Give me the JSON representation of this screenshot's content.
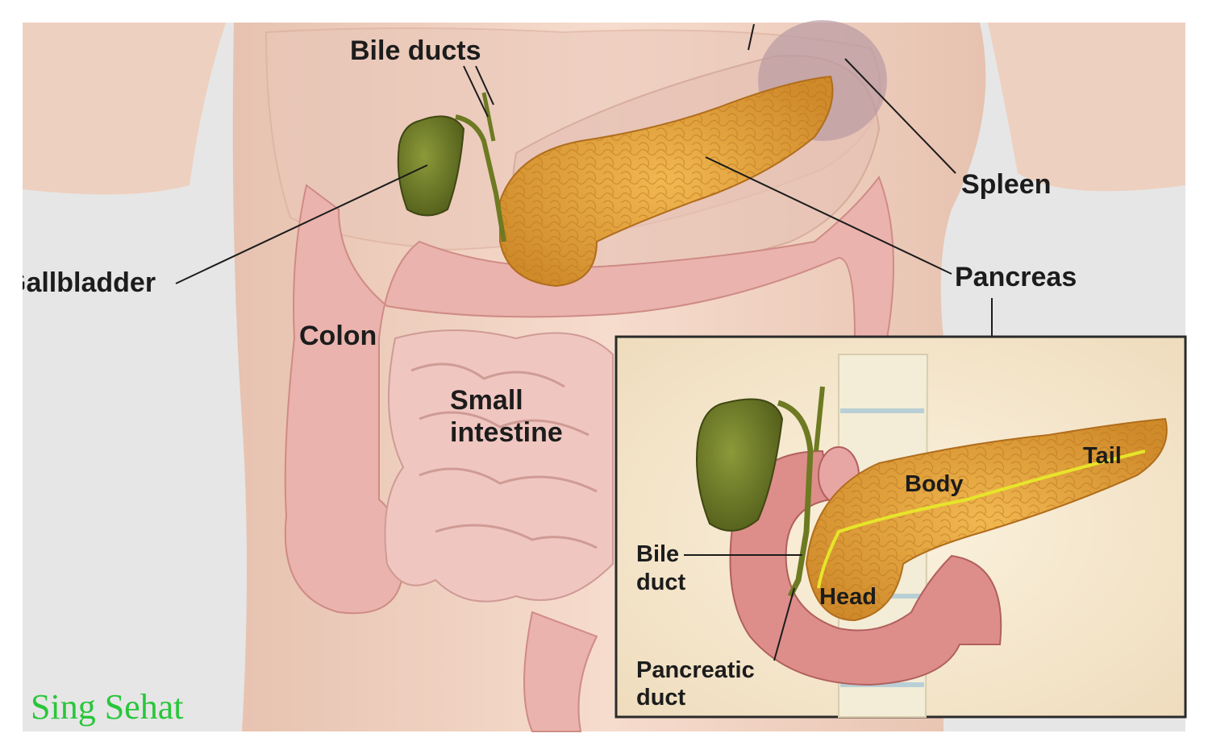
{
  "labels": {
    "bile_ducts": "Bile ducts",
    "spleen": "Spleen",
    "gallbladder": "Gallbladder",
    "pancreas": "Pancreas",
    "colon": "Colon",
    "small_intestine_line1": "Small",
    "small_intestine_line2": "intestine",
    "inset_body": "Body",
    "inset_tail": "Tail",
    "inset_head": "Head",
    "inset_bile_duct_line1": "Bile",
    "inset_bile_duct_line2": "duct",
    "inset_pancreatic_duct_line1": "Pancreatic",
    "inset_pancreatic_duct_line2": "duct"
  },
  "watermark": "Sing Sehat",
  "colors": {
    "skin": "#f0cfc0",
    "background": "#e6e6e6",
    "pancreas": "#e8a33c",
    "intestine": "#eab3ad",
    "gallbladder": "#6f7a2a",
    "watermark": "#29c63a"
  }
}
